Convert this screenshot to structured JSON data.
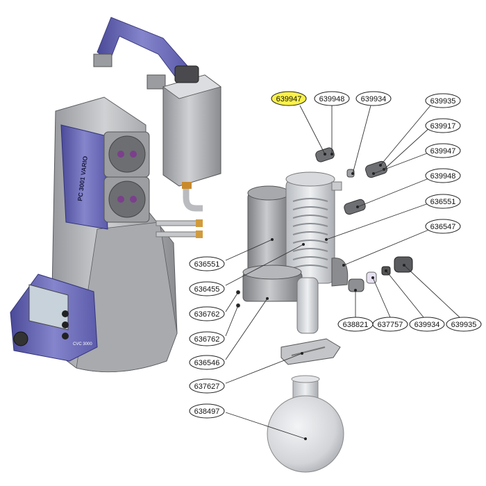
{
  "device": {
    "model_label": "PC 3001 VARIO",
    "controller_label": "CVC 3000"
  },
  "colors": {
    "highlight": "#fbf14a",
    "accent_blue": "#6f6fb8",
    "body_gray": "#b9bbbf"
  },
  "parts": [
    {
      "id": "p1",
      "number": "639947",
      "highlighted": true
    },
    {
      "id": "p2",
      "number": "639948",
      "highlighted": false
    },
    {
      "id": "p3",
      "number": "639934",
      "highlighted": false
    },
    {
      "id": "p4",
      "number": "639935",
      "highlighted": false
    },
    {
      "id": "p5",
      "number": "639917",
      "highlighted": false
    },
    {
      "id": "p6",
      "number": "639947",
      "highlighted": false
    },
    {
      "id": "p7",
      "number": "639948",
      "highlighted": false
    },
    {
      "id": "p8",
      "number": "636551",
      "highlighted": false
    },
    {
      "id": "p9",
      "number": "636547",
      "highlighted": false
    },
    {
      "id": "p10",
      "number": "636551",
      "highlighted": false
    },
    {
      "id": "p11",
      "number": "636455",
      "highlighted": false
    },
    {
      "id": "p12",
      "number": "636762",
      "highlighted": false
    },
    {
      "id": "p13",
      "number": "636762",
      "highlighted": false
    },
    {
      "id": "p14",
      "number": "636546",
      "highlighted": false
    },
    {
      "id": "p15",
      "number": "637627",
      "highlighted": false
    },
    {
      "id": "p16",
      "number": "638497",
      "highlighted": false
    },
    {
      "id": "p17",
      "number": "638821",
      "highlighted": false
    },
    {
      "id": "p18",
      "number": "637757",
      "highlighted": false
    },
    {
      "id": "p19",
      "number": "639934",
      "highlighted": false
    },
    {
      "id": "p20",
      "number": "639935",
      "highlighted": false
    }
  ]
}
